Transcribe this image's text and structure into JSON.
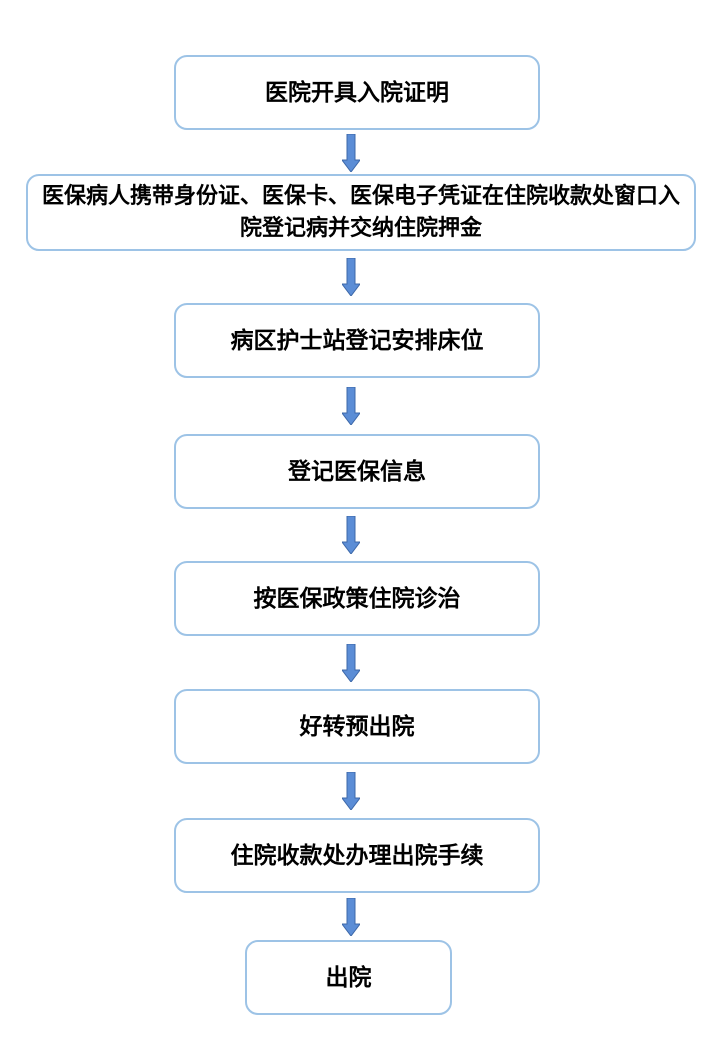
{
  "flowchart": {
    "steps": [
      "医院开具入院证明",
      "医保病人携带身份证、医保卡、医保电子凭证在住院收款处窗口入院登记病并交纳住院押金",
      "病区护士站登记安排床位",
      "登记医保信息",
      "按医保政策住院诊治",
      "好转预出院",
      "住院收款处办理出院手续",
      "出院"
    ]
  },
  "colors": {
    "box_border": "#9dc3e6",
    "arrow_fill": "#5b8dd6",
    "arrow_stroke": "#3d68a8",
    "text": "#000000"
  }
}
